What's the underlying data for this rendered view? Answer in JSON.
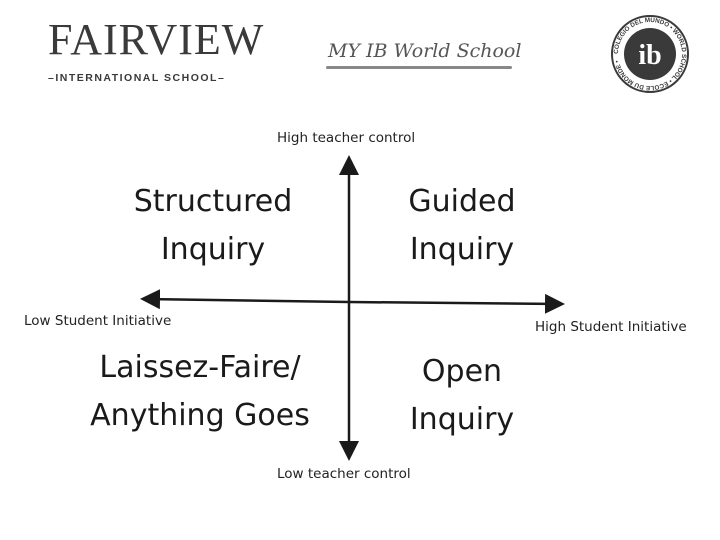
{
  "header": {
    "school_name": "FAIRVIEW",
    "school_subtitle": "–INTERNATIONAL SCHOOL–",
    "myib_text": "MY IB World School",
    "ib_seal_text": "COLEGIO DEL MUNDO • WORLD SCHOOL • ÉCOLE DU MONDE •",
    "ib_seal_letters": "ib"
  },
  "axes": {
    "top": "High teacher control",
    "bottom": "Low teacher control",
    "left": "Low Student Initiative",
    "right": "High Student Initiative"
  },
  "quadrants": {
    "top_left": [
      "Structured",
      "Inquiry"
    ],
    "top_right": [
      "Guided",
      "Inquiry"
    ],
    "bottom_left": [
      "Laissez-Faire/",
      "Anything Goes"
    ],
    "bottom_right": [
      "Open",
      "Inquiry"
    ]
  },
  "colors": {
    "ink": "#1a1a1a",
    "logo_gray": "#3a3a3a"
  }
}
